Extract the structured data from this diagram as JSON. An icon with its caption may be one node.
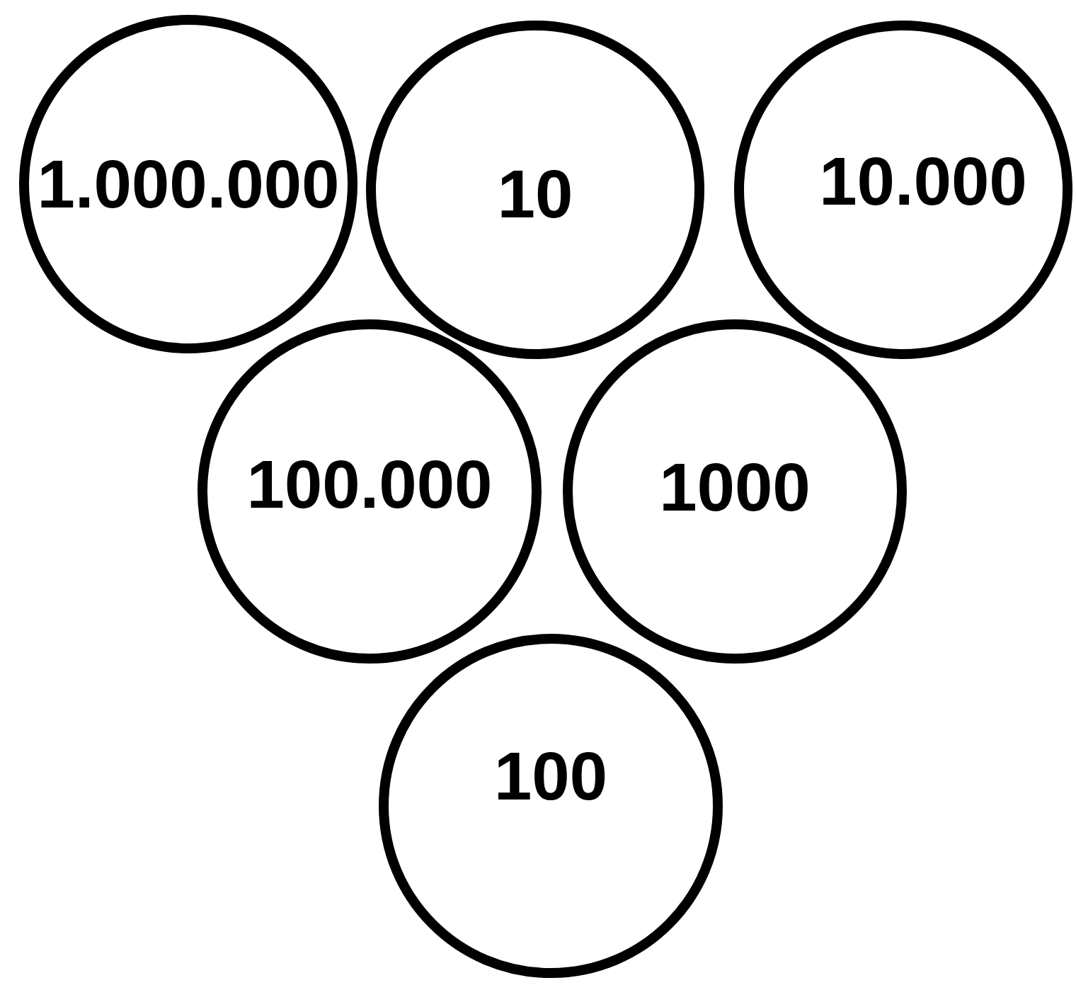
{
  "diagram": {
    "nodes": [
      {
        "text": [
          "1.000.000"
        ]
      },
      {
        "text": [
          "10"
        ]
      },
      {
        "text": [
          "10.000"
        ]
      },
      {
        "text": [
          "100.000"
        ]
      },
      {
        "text": [
          "1000"
        ]
      },
      {
        "text": [
          "100"
        ]
      }
    ]
  }
}
